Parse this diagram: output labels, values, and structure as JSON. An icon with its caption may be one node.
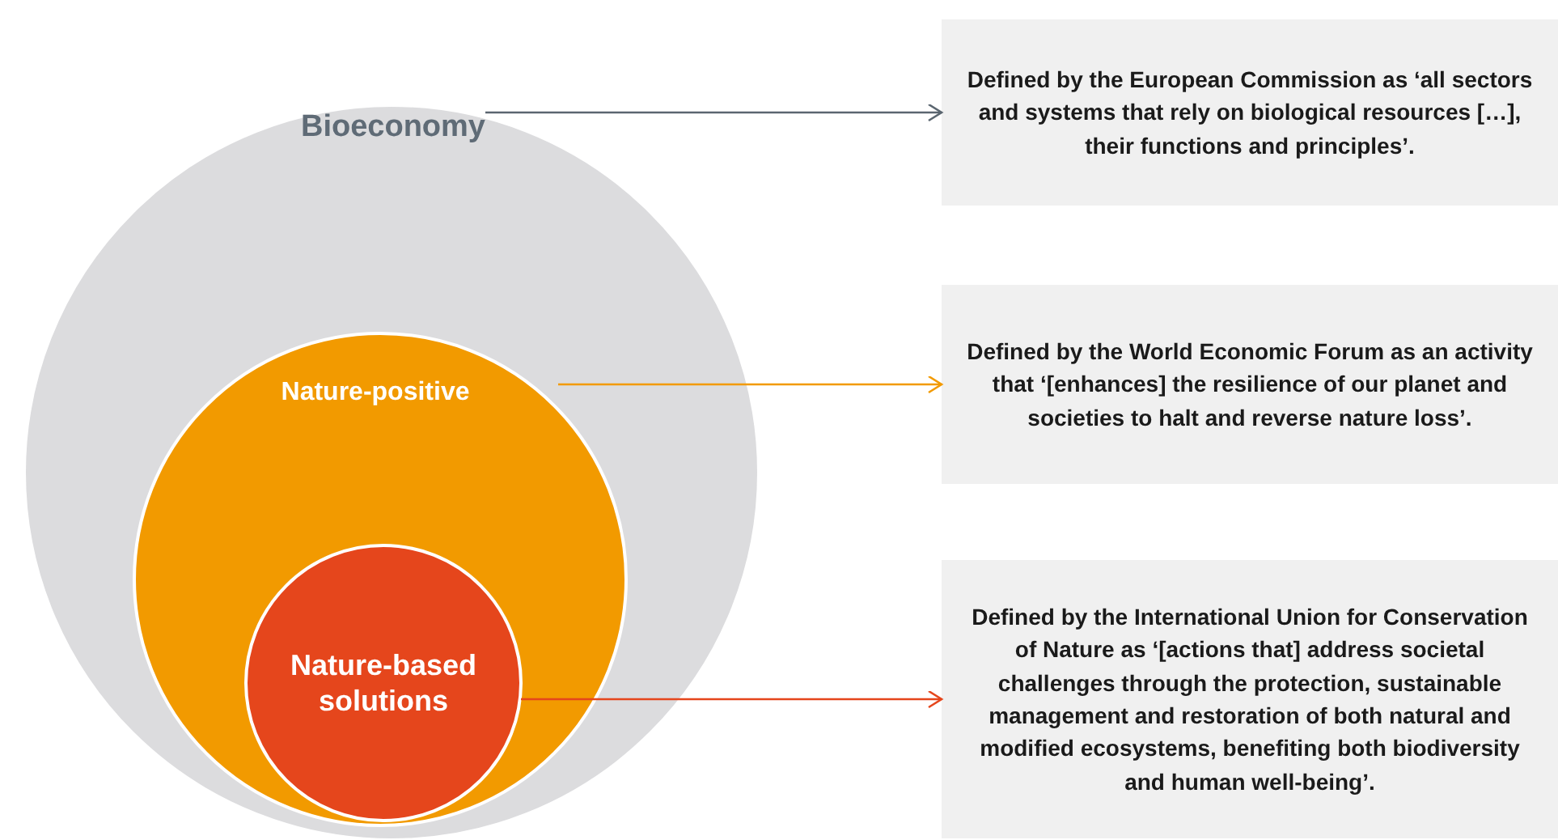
{
  "diagram": {
    "nodes": [
      {
        "text": [
          "Bioeconomy"
        ]
      },
      {
        "text": [
          "Nature-positive"
        ],
        "in": 0
      },
      {
        "text": [
          "Nature-based solutions"
        ],
        "in": 1
      },
      {
        "text": [
          "Defined by the European Commission as ‘all sectors and systems that rely on biological resources […], their functions and principles’."
        ]
      },
      {
        "text": [
          "Defined by the World Economic Forum as an activity that ‘[enhances] the resilience of our planet and societies to halt and reverse nature loss’."
        ]
      },
      {
        "text": [
          "Defined by the International Union for Conservation of Nature as ‘[actions that] address societal challenges through the protection, sustainable management and restoration of both natural and modified ecosystems, benefiting both biodiversity and human well-being’."
        ]
      }
    ],
    "edges": [
      {
        "from": 0,
        "to": 3,
        "arrow": "to",
        "color": "#5b6670"
      },
      {
        "from": 1,
        "to": 4,
        "arrow": "to",
        "color": "#f29a00"
      },
      {
        "from": 2,
        "to": 5,
        "arrow": "to",
        "color": "#e5461c"
      }
    ]
  }
}
